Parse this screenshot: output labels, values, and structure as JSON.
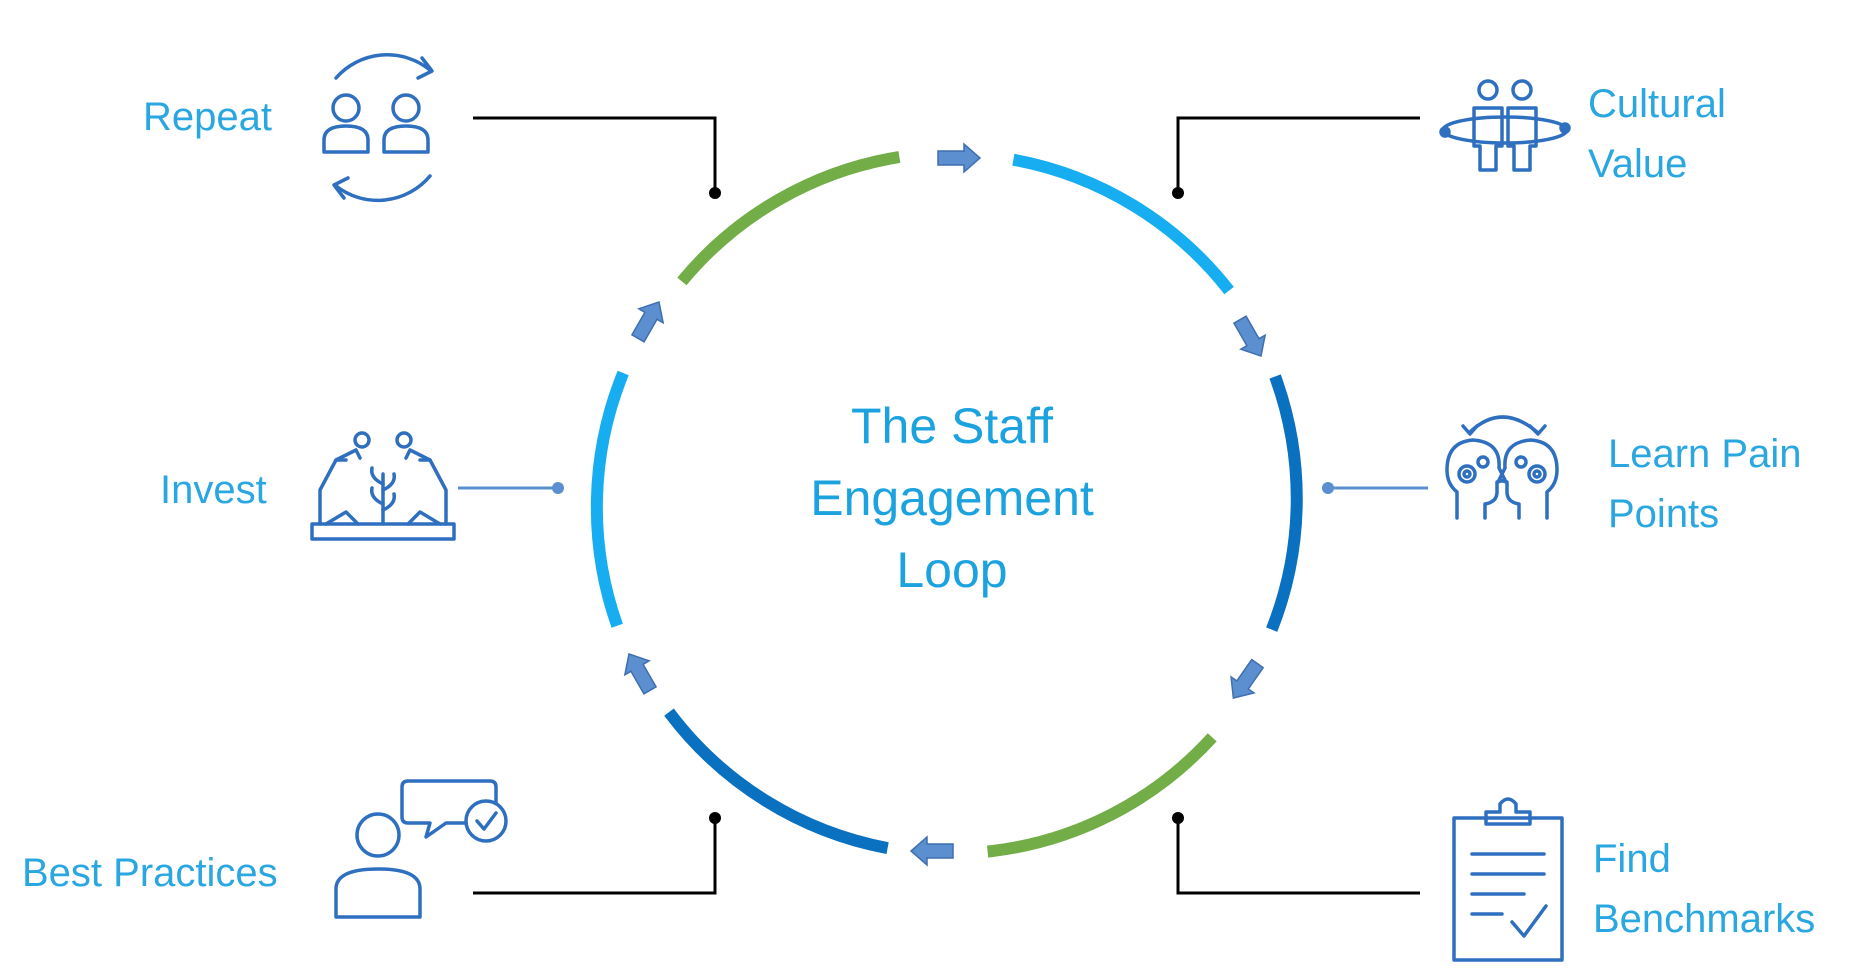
{
  "center_title": {
    "line1": "The Staff",
    "line2": "Engagement",
    "line3": "Loop"
  },
  "stages": [
    {
      "id": "repeat",
      "line1": "Repeat",
      "line2": "",
      "icon": "people-cycle-icon"
    },
    {
      "id": "cultural-value",
      "line1": "Cultural",
      "line2": "Value",
      "icon": "people-orbit-icon"
    },
    {
      "id": "learn-pain-points",
      "line1": "Learn Pain",
      "line2": "Points",
      "icon": "heads-gears-icon"
    },
    {
      "id": "find-benchmarks",
      "line1": "Find",
      "line2": "Benchmarks",
      "icon": "clipboard-check-icon"
    },
    {
      "id": "best-practices",
      "line1": "Best Practices",
      "line2": "",
      "icon": "person-chat-check-icon"
    },
    {
      "id": "invest",
      "line1": "Invest",
      "line2": "",
      "icon": "plant-growth-icon"
    }
  ],
  "colors": {
    "green": "#72ad47",
    "light_blue": "#16aef0",
    "dark_blue": "#0a70c0",
    "arrow": "#5b8fcf",
    "label": "#2aa7e0",
    "icon": "#2f6fbf",
    "connector": "#000000"
  },
  "ring_segments": [
    {
      "color": "green",
      "from": "Invest",
      "to": "Repeat"
    },
    {
      "color": "light_blue",
      "from": "Repeat",
      "to": "Cultural Value"
    },
    {
      "color": "dark_blue",
      "from": "Cultural Value",
      "to": "Learn Pain Points"
    },
    {
      "color": "green",
      "from": "Learn Pain Points",
      "to": "Find Benchmarks"
    },
    {
      "color": "dark_blue",
      "from": "Find Benchmarks",
      "to": "Best Practices"
    },
    {
      "color": "light_blue",
      "from": "Best Practices",
      "to": "Invest"
    }
  ],
  "flow": "clockwise"
}
